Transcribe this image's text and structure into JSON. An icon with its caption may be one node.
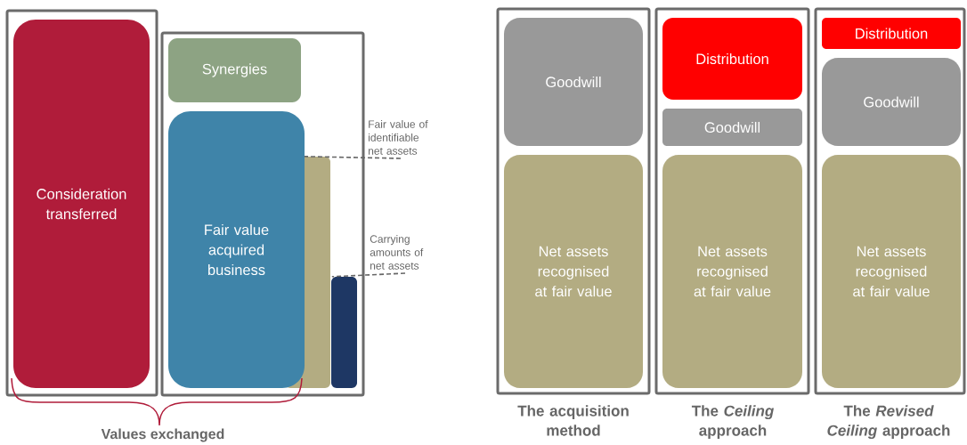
{
  "diagram": {
    "nodes": [
      {
        "text": [],
        "shape": "box"
      },
      {
        "text": [
          "Consideration transferred"
        ],
        "in": 0
      },
      {
        "text": [],
        "shape": "box"
      },
      {
        "text": [
          "Synergies"
        ],
        "in": 2
      },
      {
        "text": [
          "Fair value acquired business"
        ],
        "in": 2
      },
      {
        "text": [],
        "shape": "bar",
        "in": 2
      },
      {
        "text": [],
        "shape": "bar",
        "in": 2
      },
      {
        "text": [
          "Fair value of identifiable net assets"
        ]
      },
      {
        "text": [
          "Carrying amounts of net assets"
        ]
      },
      {
        "text": [
          "The acquisition method"
        ]
      },
      {
        "text": [
          "Goodwill"
        ],
        "in": 9
      },
      {
        "text": [
          "Net assets recognised at fair value"
        ],
        "in": 9
      },
      {
        "text": [
          "The *Ceiling* approach"
        ]
      },
      {
        "text": [
          "Distribution"
        ],
        "in": 12
      },
      {
        "text": [
          "Goodwill"
        ],
        "in": 12
      },
      {
        "text": [
          "Net assets recognised at fair value"
        ],
        "in": 12
      },
      {
        "text": [
          "The *Revised Ceiling* approach"
        ]
      },
      {
        "text": [
          "Distribution"
        ],
        "in": 16
      },
      {
        "text": [
          "Goodwill"
        ],
        "in": 16
      },
      {
        "text": [
          "Net assets recognised at fair value"
        ],
        "in": 16
      }
    ],
    "edges": [
      {
        "from": 7,
        "to": 5,
        "arrow": "none",
        "style": "dashed"
      },
      {
        "from": 8,
        "to": 6,
        "arrow": "none",
        "style": "dashed"
      }
    ],
    "labels": [
      "Values exchanged"
    ]
  }
}
